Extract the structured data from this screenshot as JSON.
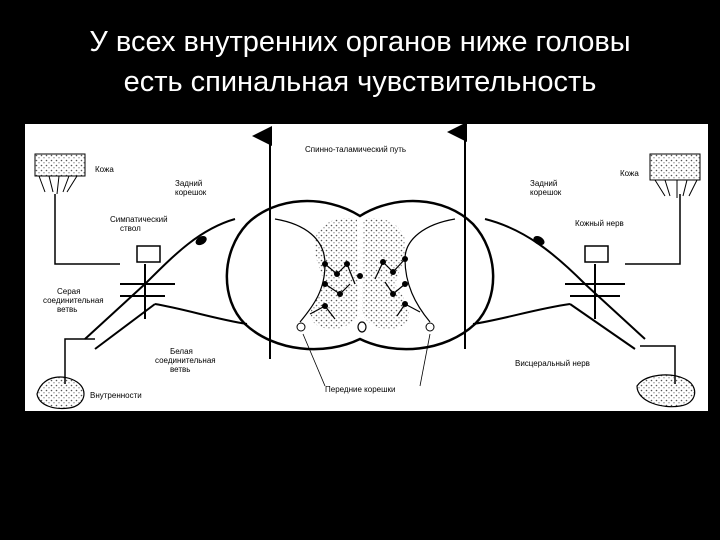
{
  "slide": {
    "title_line1": "У всех внутренних органов ниже головы",
    "title_line2": "есть спинальная чувствительность"
  },
  "diagram": {
    "labels": {
      "spinothalamic": "Спинно-таламический путь",
      "skin_left": "Кожа",
      "skin_right": "Кожа",
      "dorsal_root_left_1": "Задний",
      "dorsal_root_left_2": "корешок",
      "dorsal_root_right_1": "Задний",
      "dorsal_root_right_2": "корешок",
      "sympathetic_1": "Симпатический",
      "sympathetic_2": "ствол",
      "skin_nerve": "Кожный нерв",
      "gray_ramus_1": "Серая",
      "gray_ramus_2": "соединительная",
      "gray_ramus_3": "ветвь",
      "white_ramus_1": "Белая",
      "white_ramus_2": "соединительная",
      "white_ramus_3": "ветвь",
      "visceral_nerve": "Висцеральный нерв",
      "viscera": "Внутренности",
      "anterior_roots": "Передние корешки"
    },
    "colors": {
      "background": "#ffffff",
      "ink": "#000000",
      "stipple": "#555555"
    }
  }
}
